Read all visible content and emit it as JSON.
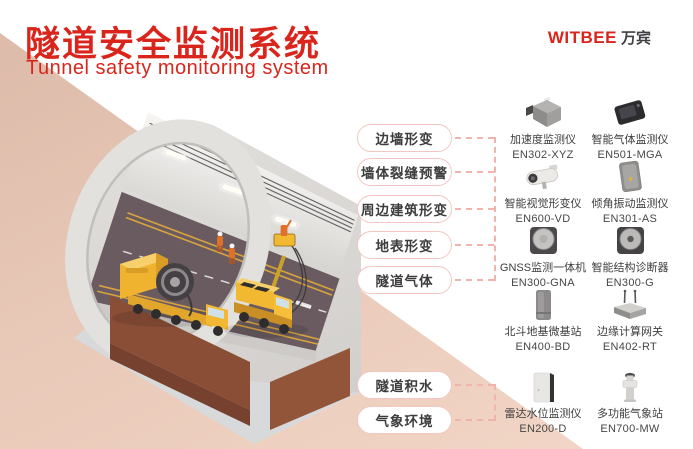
{
  "header": {
    "title": "隧道安全监测系统",
    "subtitle": "Tunnel safety monitoring system"
  },
  "brand": {
    "name": "WITBEE",
    "suffix": "万宾"
  },
  "monitoring_labels": [
    {
      "text": "边墙形变"
    },
    {
      "text": "墙体裂缝预警"
    },
    {
      "text": "周边建筑形变"
    },
    {
      "text": "地表形变"
    },
    {
      "text": "隧道气体"
    },
    {
      "text": "隧道积水"
    },
    {
      "text": "气象环境"
    }
  ],
  "devices": [
    {
      "name": "加速度监测仪",
      "model": "EN302-XYZ",
      "icon": "accelerometer-monitor-icon"
    },
    {
      "name": "智能气体监测仪",
      "model": "EN501-MGA",
      "icon": "gas-monitor-icon"
    },
    {
      "name": "智能视觉形变仪",
      "model": "EN600-VD",
      "icon": "vision-deformation-camera-icon"
    },
    {
      "name": "倾角振动监测仪",
      "model": "EN301-AS",
      "icon": "tilt-vibration-monitor-icon"
    },
    {
      "name": "GNSS监测一体机",
      "model": "EN300-GNA",
      "icon": "gnss-monitor-icon"
    },
    {
      "name": "智能结构诊断器",
      "model": "EN300-G",
      "icon": "structure-diagnosis-icon"
    },
    {
      "name": "北斗地基微基站",
      "model": "EN400-BD",
      "icon": "beidou-base-station-icon"
    },
    {
      "name": "边缘计算网关",
      "model": "EN402-RT",
      "icon": "edge-gateway-icon"
    },
    {
      "name": "雷达水位监测仪",
      "model": "EN200-D",
      "icon": "radar-water-level-icon"
    },
    {
      "name": "多功能气象站",
      "model": "EN700-MW",
      "icon": "weather-station-icon"
    }
  ],
  "illustration": {
    "subject": "isometric tunnel cutaway with maintenance vehicles and workers"
  },
  "colors": {
    "accent_red": "#d9251c",
    "salmon_start": "#dcb9a8",
    "salmon_end": "#f3d7c8",
    "pink_dash": "#f0b4ac",
    "pill_border": "#f3c6c1",
    "text_dark": "#3d3d3d",
    "road": "#695b60",
    "vehicle_yellow": "#f2b832",
    "earth_brown": "#8a4e37"
  }
}
